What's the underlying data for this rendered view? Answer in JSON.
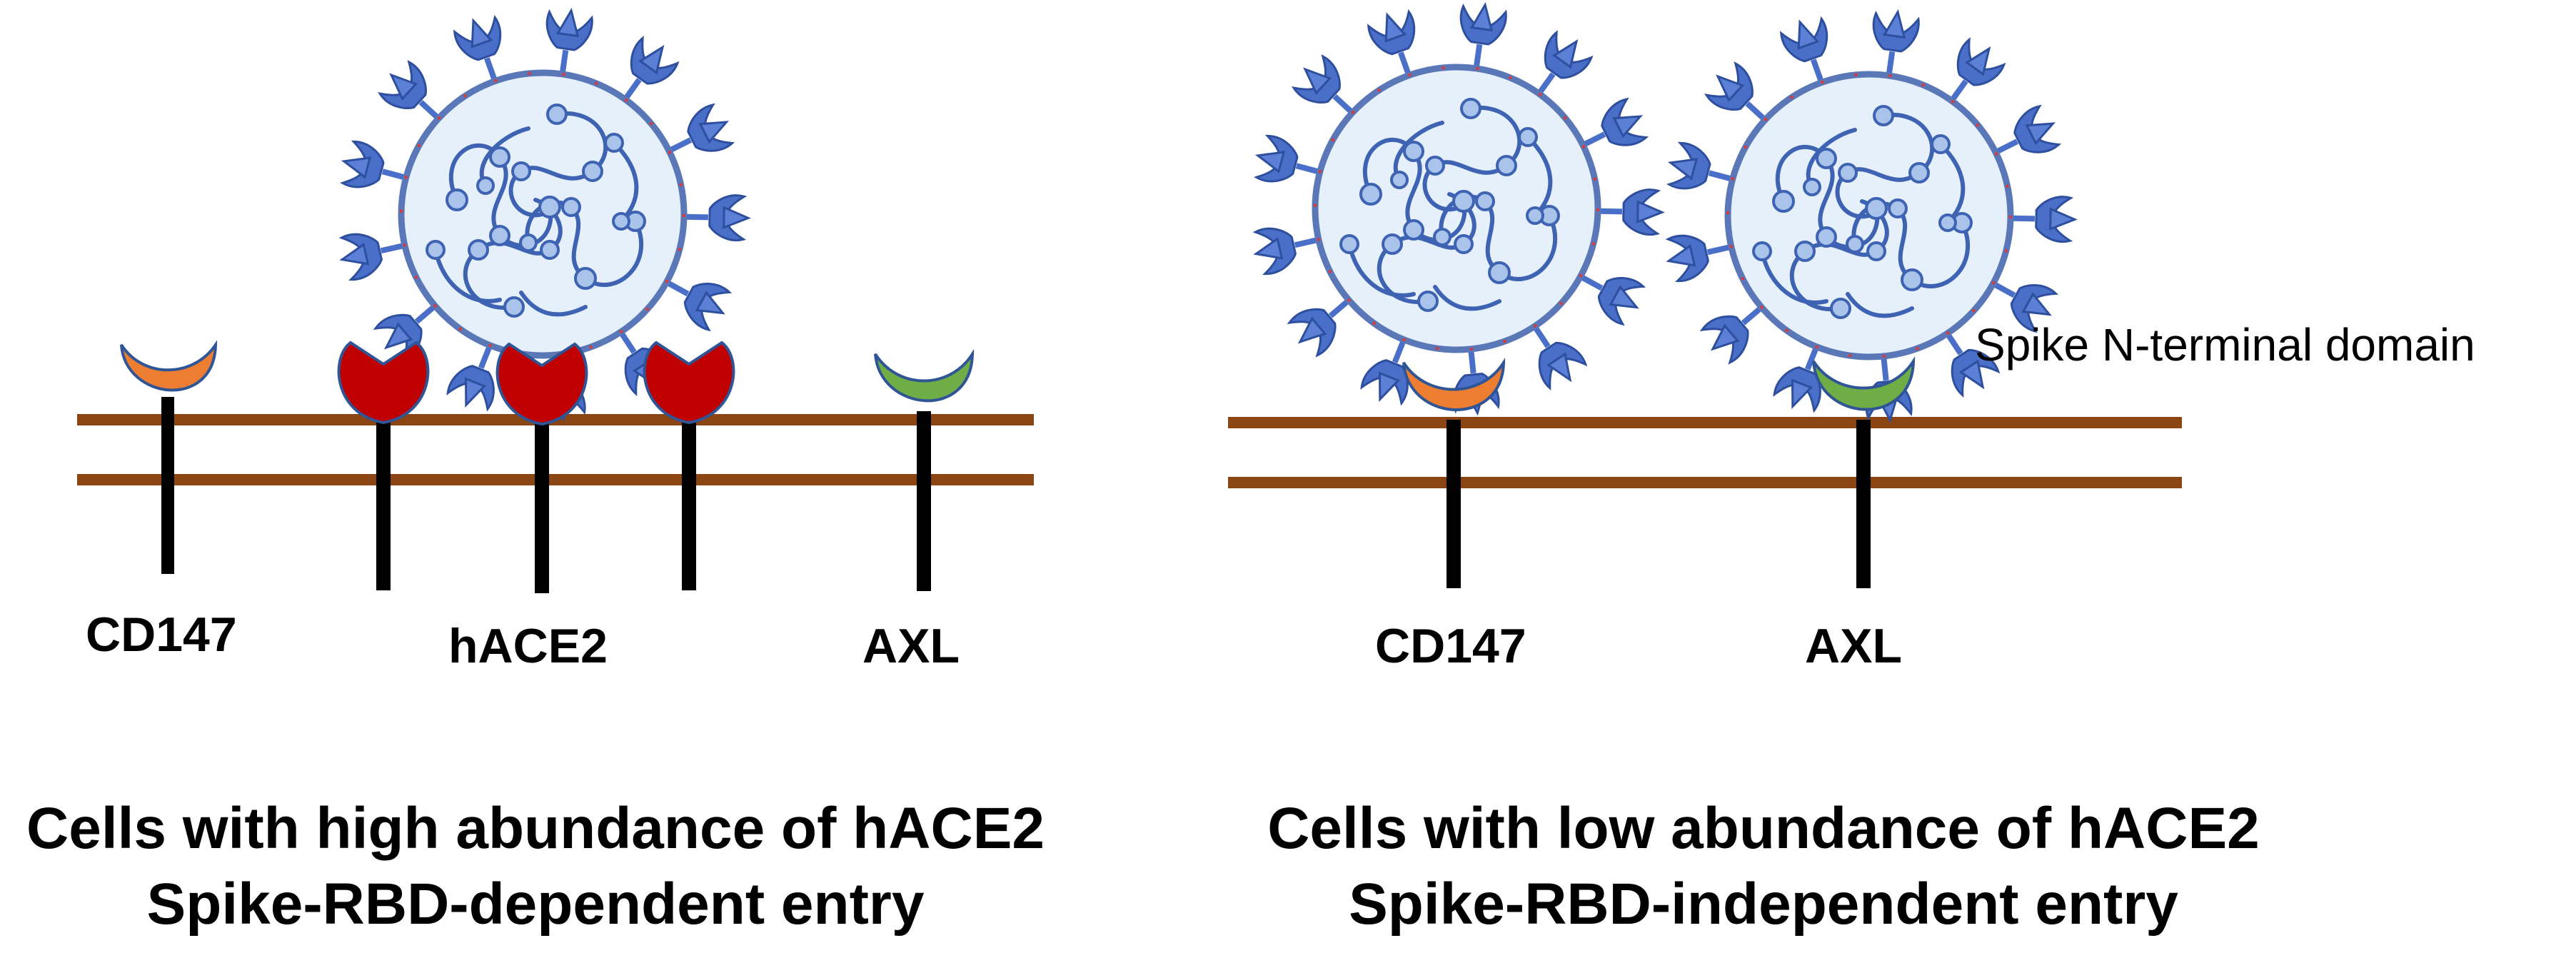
{
  "colors": {
    "membrane": "#8b4513",
    "stalk": "#000000",
    "cd147": "#ed7d31",
    "hace2": "#c00000",
    "axl": "#70ad47",
    "receptor_outline": "#2f5597",
    "virus_fill": "#e6f0fb",
    "virus_envelope": "#5a77b8",
    "spike": "#4a6fc9",
    "membrane_protein": "#d93a3a"
  },
  "left_panel": {
    "receptors": {
      "cd147": "CD147",
      "hace2": "hACE2",
      "axl": "AXL"
    },
    "caption_line1": "Cells with high abundance of hACE2",
    "caption_line2": "Spike-RBD-dependent entry"
  },
  "right_panel": {
    "receptors": {
      "cd147": "CD147",
      "axl": "AXL"
    },
    "annotation": "Spike N-terminal domain",
    "caption_line1": "Cells with low abundance of hACE2",
    "caption_line2": "Spike-RBD-independent entry"
  }
}
